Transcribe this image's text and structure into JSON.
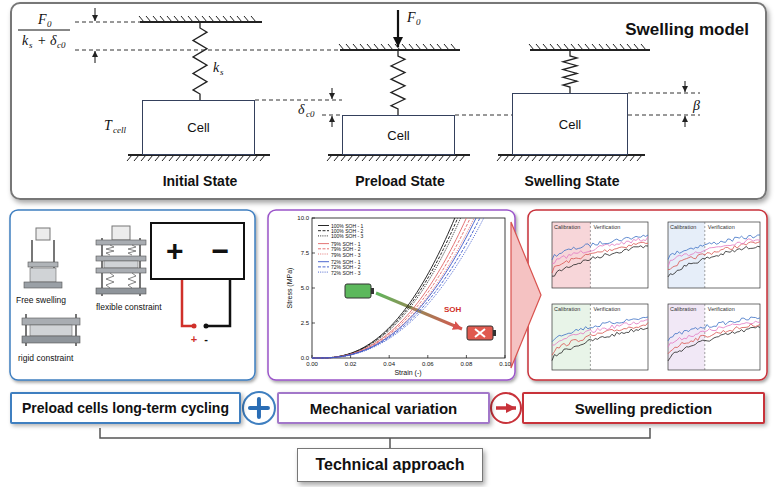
{
  "diagram": {
    "nodes": [
      {
        "text": [
          "Swelling model"
        ]
      },
      {
        "text": [
          "Cell"
        ],
        "in": 0
      },
      {
        "text": [
          "Cell"
        ],
        "in": 0
      },
      {
        "text": [
          "Cell"
        ],
        "in": 0
      },
      {
        "text": [
          "+",
          "−"
        ]
      },
      {
        "text": [
          "Preload cells long-term cycling"
        ]
      },
      {
        "text": [
          "Mechanical variation"
        ]
      },
      {
        "text": [
          "Swelling prediction"
        ]
      },
      {
        "text": [
          "Technical approach"
        ]
      }
    ],
    "edges": [
      {
        "from": 6,
        "to": 7,
        "arrow": "to"
      }
    ],
    "labels": [
      "F",
      "0",
      "k",
      "s",
      "+ δ",
      "c0",
      "k",
      "s",
      "T",
      "cell",
      "F",
      "0",
      "δ",
      "c0",
      "β",
      "Initial State",
      "Preload State",
      "Swelling State",
      "Free swelling",
      "rigid constraint",
      "flexible constraint",
      "+",
      "-",
      "10.0",
      "7.5",
      "5.0",
      "2.5",
      "0.0",
      "0.00",
      "0.02",
      "0.04",
      "0.06",
      "0.08",
      "0.10",
      "Stress (MPa)",
      "Strain (-)",
      "SOH",
      "Calibration",
      "Verification",
      "Calibration",
      "Verification",
      "Calibration",
      "Verification",
      "Calibration",
      "Verification"
    ],
    "legend": [
      {
        "text": "100% SOH - 1"
      },
      {
        "text": "100% SOH - 2"
      },
      {
        "text": "100% SOH - 3"
      },
      {
        "text": "79% SOH - 1"
      },
      {
        "text": "79% SOH - 2"
      },
      {
        "text": "79% SOH - 3"
      },
      {
        "text": "72% SOH - 1"
      },
      {
        "text": "72% SOH - 2"
      },
      {
        "text": "72% SOH - 3"
      }
    ]
  }
}
